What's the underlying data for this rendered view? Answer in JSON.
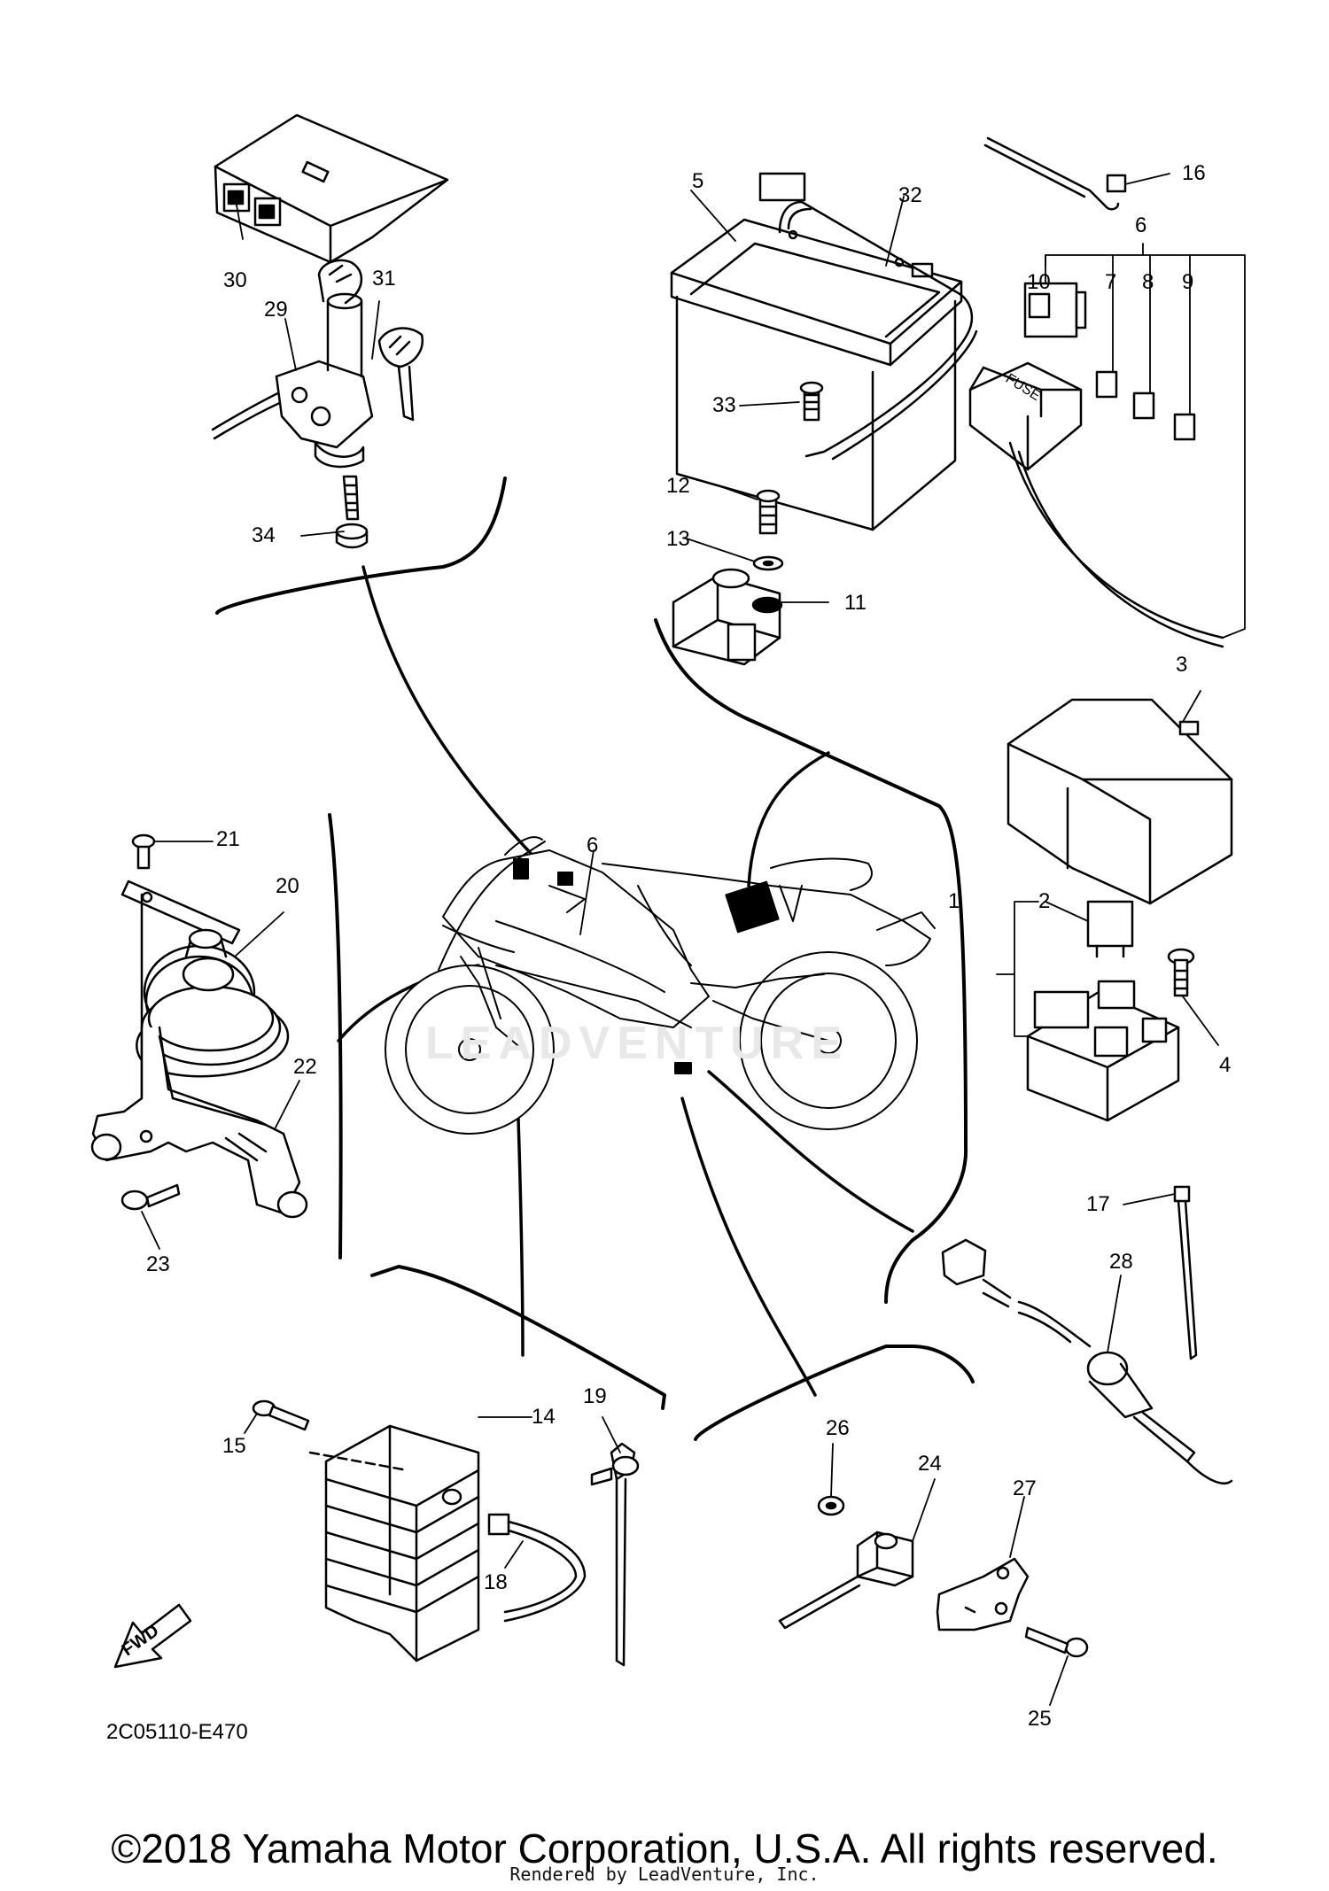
{
  "diagram": {
    "code": "2C05110-E470",
    "fwd_label": "FWD",
    "fuse_label": "FUSE",
    "watermark": "LEADVENTURE",
    "copyright": "©2018 Yamaha Motor Corporation, U.S.A. All rights reserved.",
    "rendered_by": "Rendered by LeadVenture, Inc.",
    "labels": {
      "p1": "1",
      "p2": "2",
      "p3": "3",
      "p4": "4",
      "p5": "5",
      "p6": "6",
      "p6b": "6",
      "p7": "7",
      "p8": "8",
      "p9": "9",
      "p10": "10",
      "p11": "11",
      "p12": "12",
      "p13": "13",
      "p14": "14",
      "p15": "15",
      "p16": "16",
      "p17": "17",
      "p18": "18",
      "p19": "19",
      "p20": "20",
      "p21": "21",
      "p22": "22",
      "p23": "23",
      "p24": "24",
      "p25": "25",
      "p26": "26",
      "p27": "27",
      "p28": "28",
      "p29": "29",
      "p30": "30",
      "p31": "31",
      "p32": "32",
      "p33": "33",
      "p34": "34"
    }
  }
}
